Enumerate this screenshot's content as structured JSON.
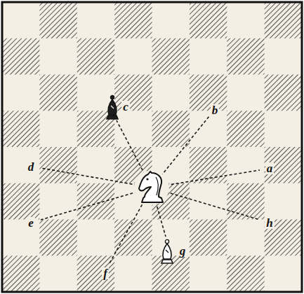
{
  "diagram": {
    "labels": [
      "c",
      "b",
      "d",
      "a",
      "e",
      "h",
      "g",
      "f"
    ]
  }
}
